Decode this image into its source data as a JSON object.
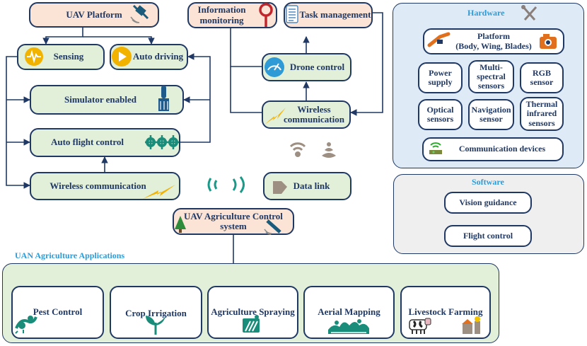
{
  "nodes": {
    "uav_platform": "UAV Platform",
    "sensing": "Sensing",
    "auto_driving": "Auto driving",
    "simulator": "Simulator enabled",
    "auto_flight": "Auto flight control",
    "wireless_left": "Wireless communication",
    "info_monitoring": "Information monitoring",
    "task_management": "Task management",
    "drone_control": "Drone control",
    "wireless_mid": "Wireless communication",
    "data_link": "Data link",
    "control_system": "UAV Agriculture Control system"
  },
  "hardware": {
    "title": "Hardware",
    "platform": "Platform\n(Body, Wing, Blades)",
    "power_supply": "Power supply",
    "multispectral": "Multi-spectral sensors",
    "rgb": "RGB sensor",
    "optical": "Optical sensors",
    "navigation": "Navigation sensor",
    "thermal": "Thermal infrared sensors",
    "communication": "Communication devices"
  },
  "software": {
    "title": "Software",
    "vision": "Vision guidance",
    "flight": "Flight control"
  },
  "applications": {
    "title": "UAN Agriculture Applications",
    "items": [
      "Pest Control",
      "Crop Irrigation",
      "Agriculture Spraying",
      "Aerial Mapping",
      "Livestock Farming"
    ]
  },
  "colors": {
    "border": "#1f3864",
    "green_fill": "#e2efd9",
    "peach_fill": "#fbe4d5",
    "blue_fill": "#deebf7",
    "grey_fill": "#efefef",
    "title_blue": "#2e9bd6"
  }
}
